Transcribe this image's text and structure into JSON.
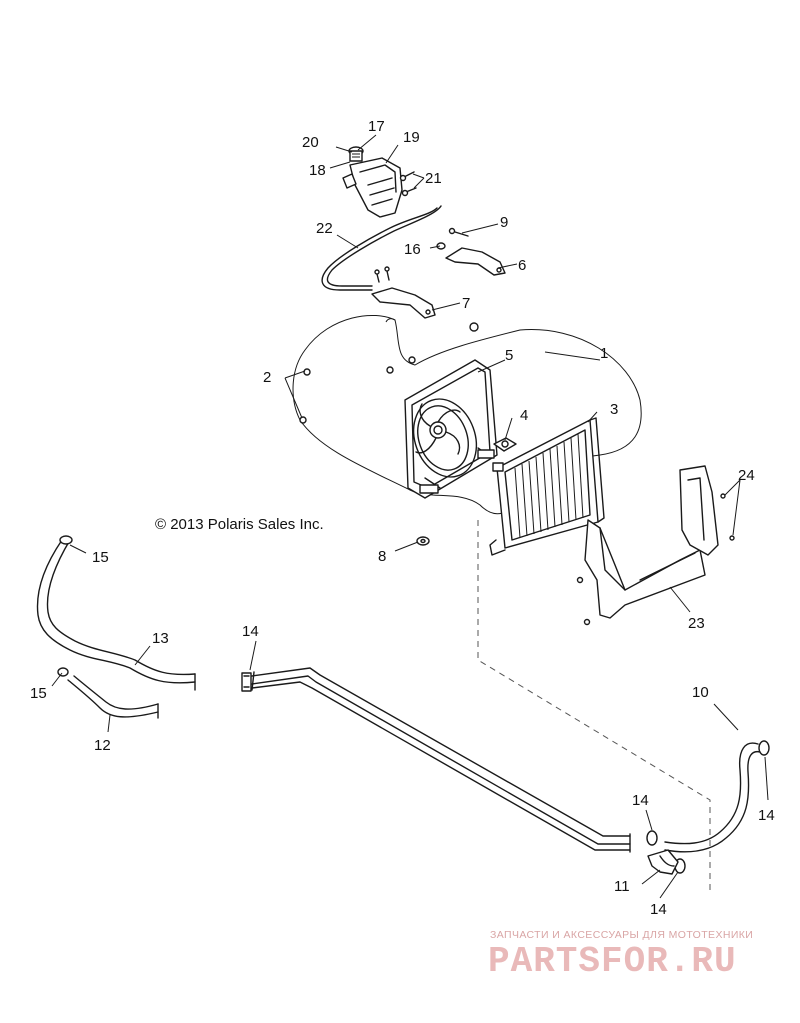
{
  "copyright": "© 2013 Polaris Sales Inc.",
  "watermark": {
    "tagline": "ЗАПЧАСТИ И АКСЕССУАРЫ ДЛЯ МОТОТЕХНИКИ",
    "brand": "PARTSFOR.RU"
  },
  "callouts": [
    {
      "id": "c1",
      "label": "1"
    },
    {
      "id": "c2",
      "label": "2"
    },
    {
      "id": "c3",
      "label": "3"
    },
    {
      "id": "c4",
      "label": "4"
    },
    {
      "id": "c5",
      "label": "5"
    },
    {
      "id": "c6",
      "label": "6"
    },
    {
      "id": "c7",
      "label": "7"
    },
    {
      "id": "c8",
      "label": "8"
    },
    {
      "id": "c9",
      "label": "9"
    },
    {
      "id": "c10",
      "label": "10"
    },
    {
      "id": "c11",
      "label": "11"
    },
    {
      "id": "c12",
      "label": "12"
    },
    {
      "id": "c13",
      "label": "13"
    },
    {
      "id": "c14a",
      "label": "14"
    },
    {
      "id": "c14b",
      "label": "14"
    },
    {
      "id": "c14c",
      "label": "14"
    },
    {
      "id": "c14d",
      "label": "14"
    },
    {
      "id": "c15a",
      "label": "15"
    },
    {
      "id": "c15b",
      "label": "15"
    },
    {
      "id": "c16",
      "label": "16"
    },
    {
      "id": "c17",
      "label": "17"
    },
    {
      "id": "c18",
      "label": "18"
    },
    {
      "id": "c19",
      "label": "19"
    },
    {
      "id": "c20",
      "label": "20"
    },
    {
      "id": "c21",
      "label": "21"
    },
    {
      "id": "c22",
      "label": "22"
    },
    {
      "id": "c23",
      "label": "23"
    },
    {
      "id": "c24",
      "label": "24"
    }
  ]
}
